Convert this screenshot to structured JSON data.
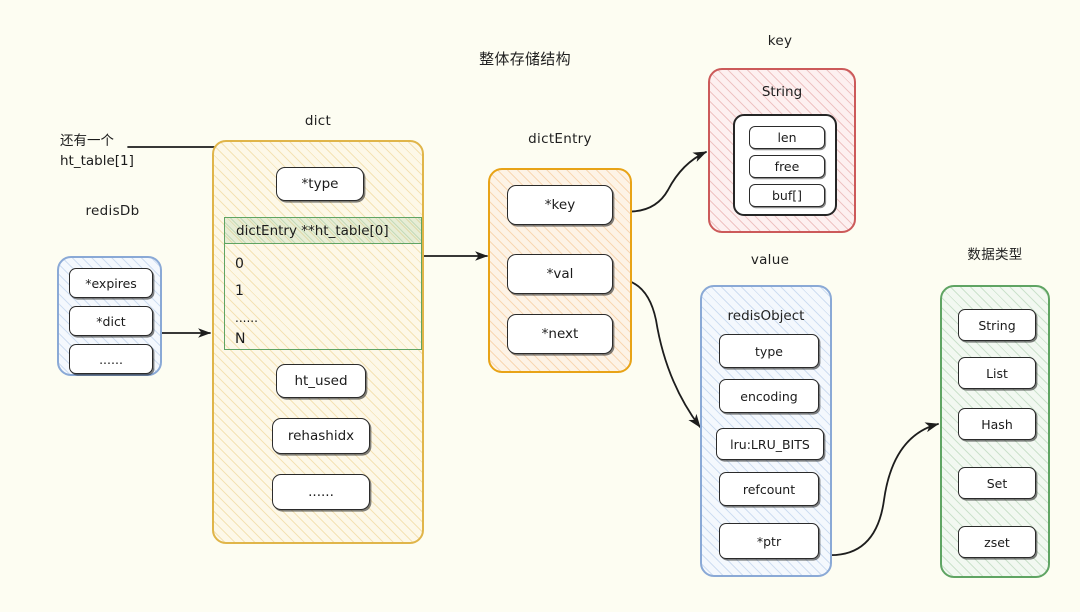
{
  "title": "整体存储结构",
  "background": "#fdfdf2",
  "notes": {
    "ht_table_note": "还有一个\nht_table[1]"
  },
  "sections": {
    "redisdb": {
      "caption": "redisDb",
      "accent": "#8aa9d6",
      "fields": [
        "*expires",
        "*dict",
        "......"
      ]
    },
    "dict": {
      "caption": "dict",
      "accent": "#e0b54a",
      "fields_top": [
        "*type"
      ],
      "ht_table": {
        "header": "dictEntry **ht_table[0]",
        "accent": "#5fa463",
        "rows": [
          "0",
          "1",
          "......",
          "N"
        ]
      },
      "fields_bottom": [
        "ht_used",
        "rehashidx",
        "......"
      ]
    },
    "dictentry": {
      "caption": "dictEntry",
      "accent": "#e8a317",
      "fields": [
        "*key",
        "*val",
        "*next"
      ]
    },
    "key": {
      "caption": "key",
      "accent": "#cc5a5a",
      "inner_title": "String",
      "fields": [
        "len",
        "free",
        "buf[]"
      ]
    },
    "value": {
      "caption": "value",
      "accent": "#8aa9d6",
      "inner_title": "redisObject",
      "fields": [
        "type",
        "encoding",
        "lru:LRU_BITS",
        "refcount",
        "*ptr"
      ]
    },
    "datatypes": {
      "caption": "数据类型",
      "accent": "#5fa463",
      "fields": [
        "String",
        "List",
        "Hash",
        "Set",
        "zset"
      ]
    }
  }
}
